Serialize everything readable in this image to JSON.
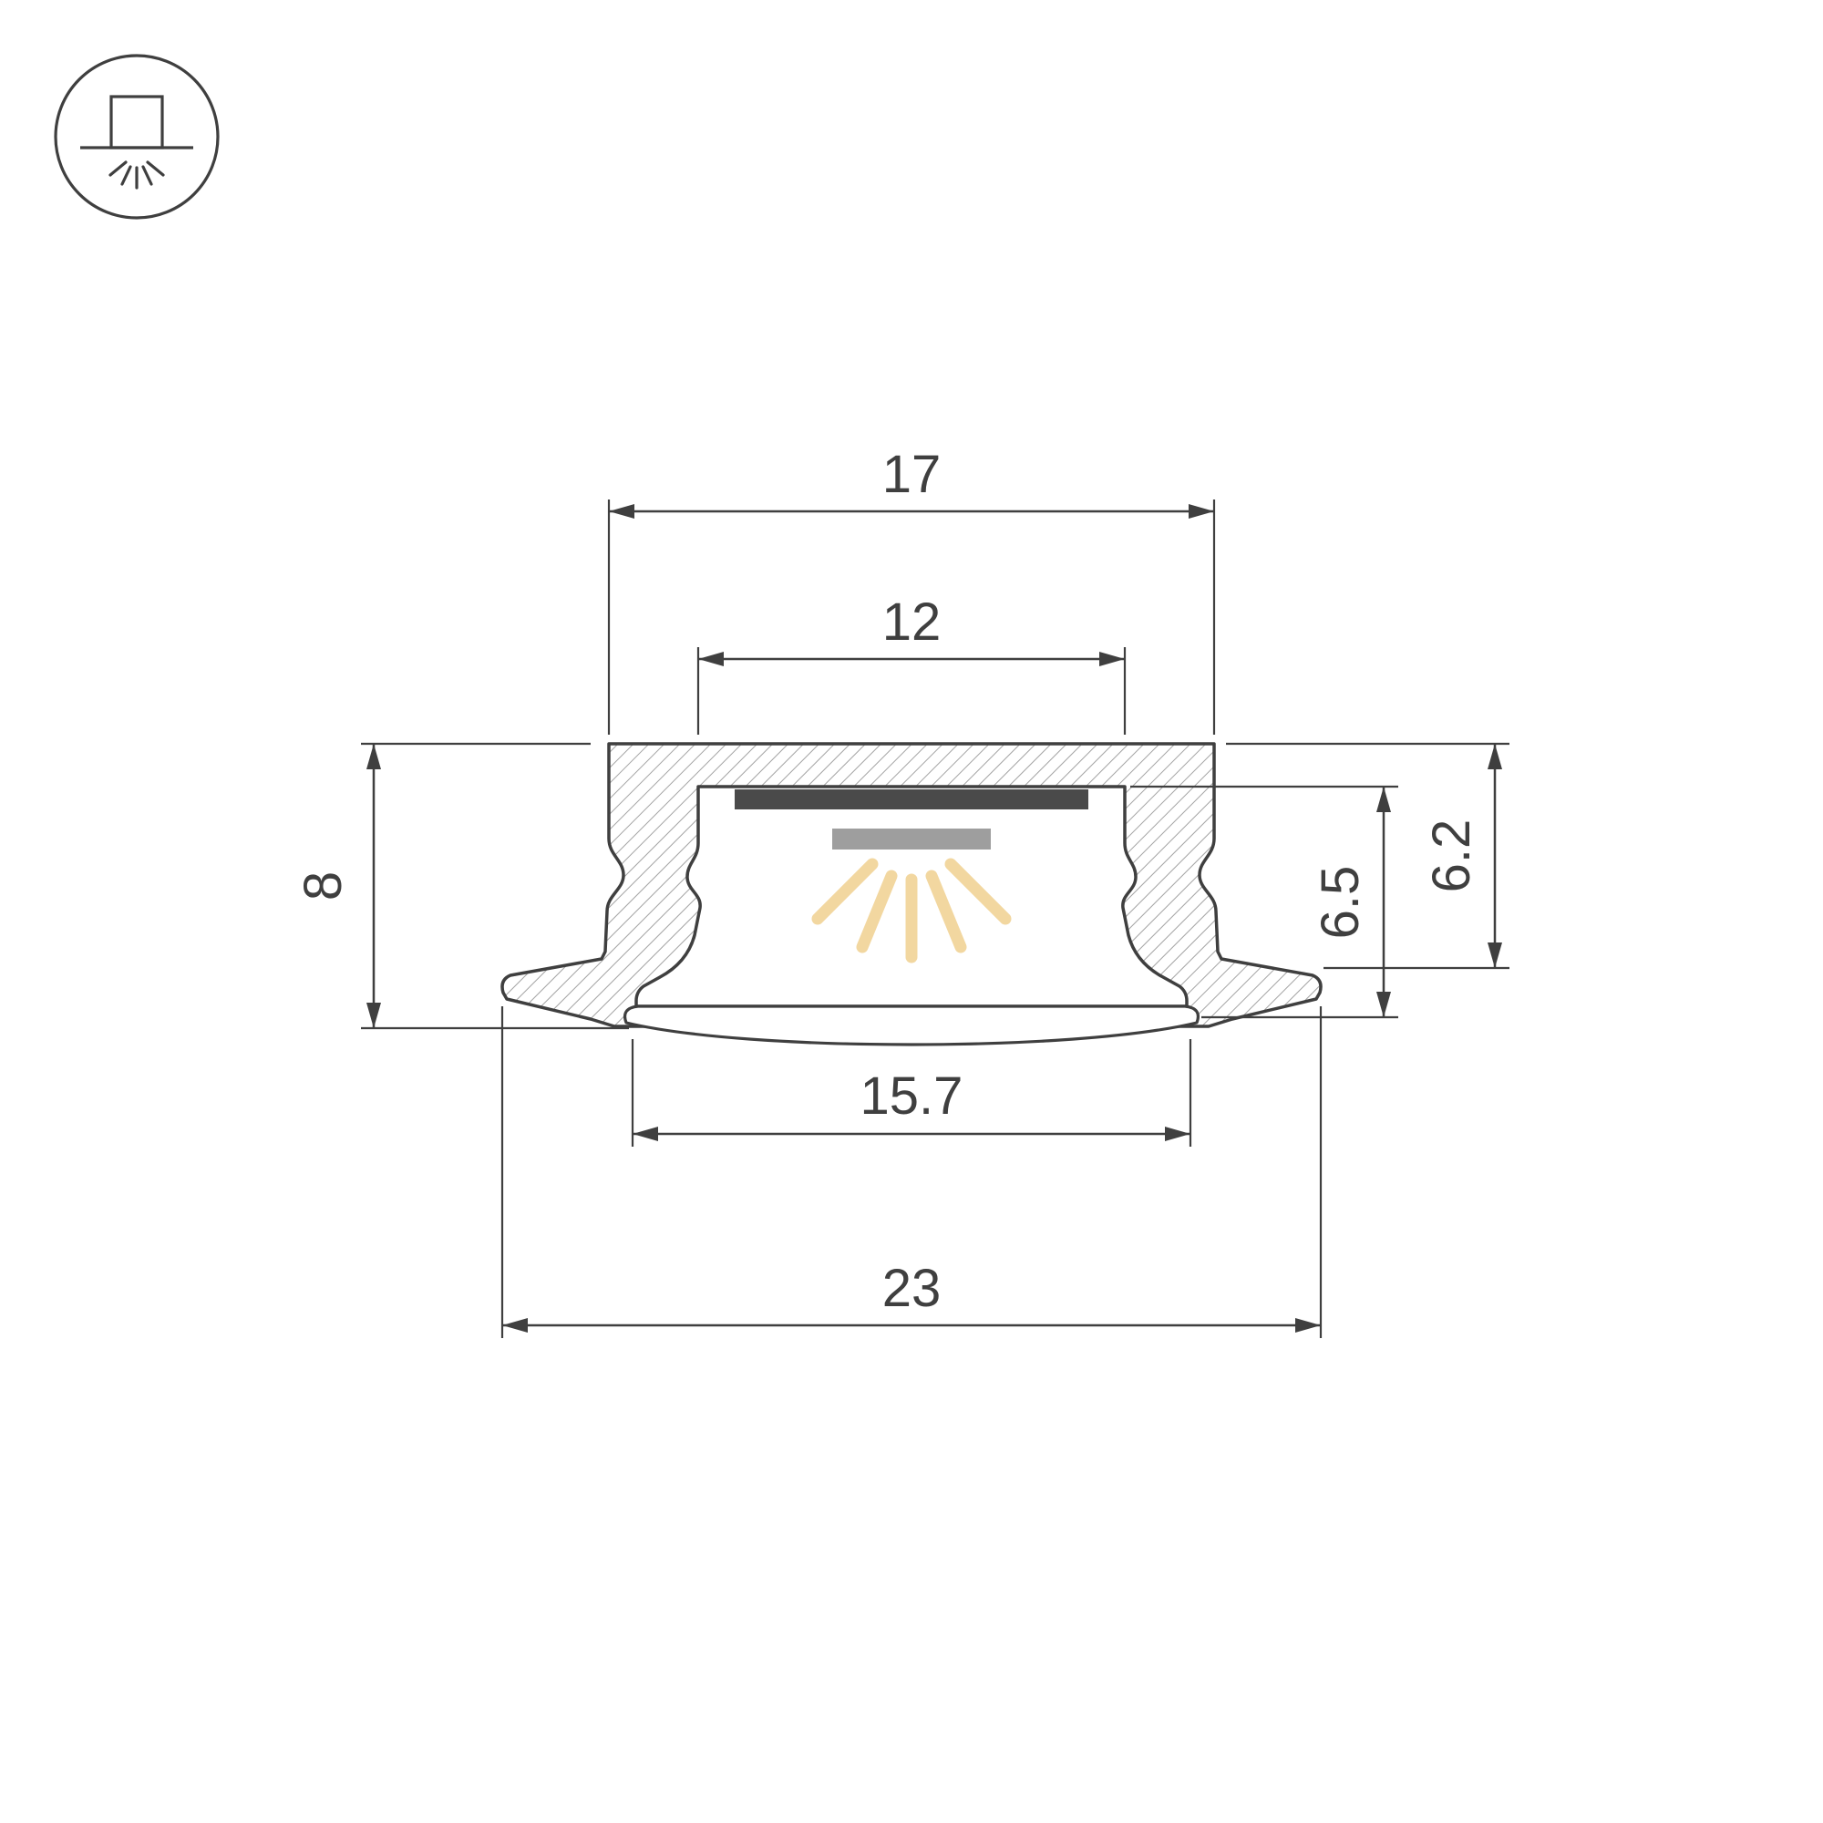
{
  "page": {
    "background": "#ffffff"
  },
  "icon": {
    "name": "recessed-mount-light-icon"
  },
  "drawing": {
    "subject": "aluminium-led-profile-cross-section",
    "dimensions": {
      "top_width": "17",
      "opening_width": "12",
      "overall_height": "8",
      "inner_height": "6.5",
      "recess_depth": "6.2",
      "diffuser_width": "15.7",
      "overall_width": "23"
    },
    "colors": {
      "line": "#3f3f3f",
      "hatch_line": "#a3a3a3",
      "pcb": "#4a4a4a",
      "led_strip": "#9e9e9e",
      "light_ray": "#f2d7a0",
      "fill": "#ffffff"
    }
  }
}
